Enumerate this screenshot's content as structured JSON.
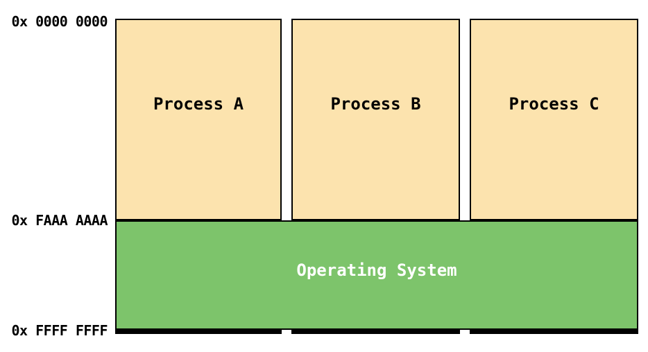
{
  "diagram": {
    "address_labels": [
      {
        "id": "top",
        "text": "0x 0000 0000"
      },
      {
        "id": "middle",
        "text": "0x FAAA AAAA"
      },
      {
        "id": "bottom",
        "text": "0x FFFF FFFF"
      }
    ],
    "processes": [
      {
        "label": "Process A"
      },
      {
        "label": "Process B"
      },
      {
        "label": "Process C"
      }
    ],
    "os": {
      "label": "Operating System"
    },
    "colors": {
      "process_fill": "#FCE3AE",
      "os_fill": "#7DC46B",
      "border": "#000000",
      "process_text": "#000000",
      "os_text": "#FFFFFF",
      "address_text": "#000000",
      "background": "#FFFFFF"
    }
  }
}
